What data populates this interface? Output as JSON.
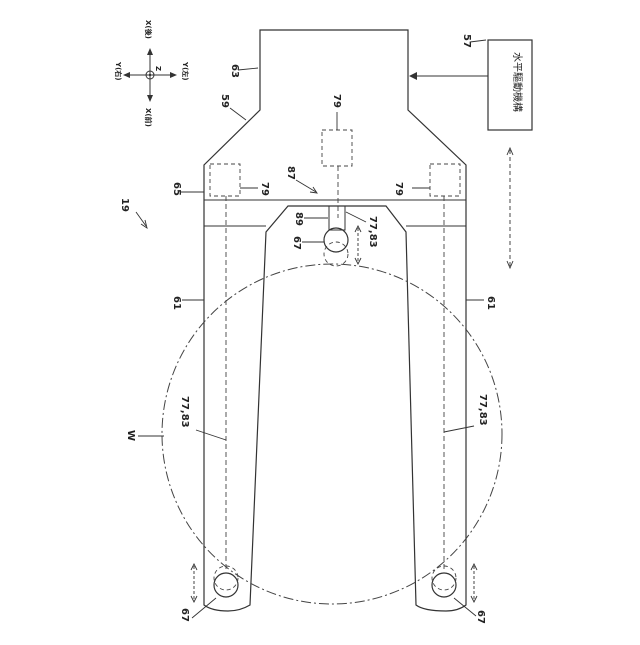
{
  "figure": {
    "assembly_label": "19",
    "wafer_label": "W",
    "drive_box_text": "水平驅動機構",
    "drive_box_label": "57",
    "base_label": "63",
    "edge_label": "59",
    "fork_body_label": "65",
    "arm_label_left": "61",
    "arm_label_right": "61",
    "sensor_label_top": "79",
    "sensor_label_left": "79",
    "sensor_label_right": "79",
    "pusher_label": "87",
    "pusher_rod_label": "89",
    "roller_label_center": "67",
    "roller_label_left": "67",
    "roller_label_right": "67",
    "path_label_center": "77,83",
    "path_label_left": "77,83",
    "path_label_right": "77,83"
  },
  "axes": {
    "x_back": "X(後)",
    "x_front": "X(前)",
    "y_right": "Y(右)",
    "y_left": "Y(左)",
    "z": "Z"
  }
}
